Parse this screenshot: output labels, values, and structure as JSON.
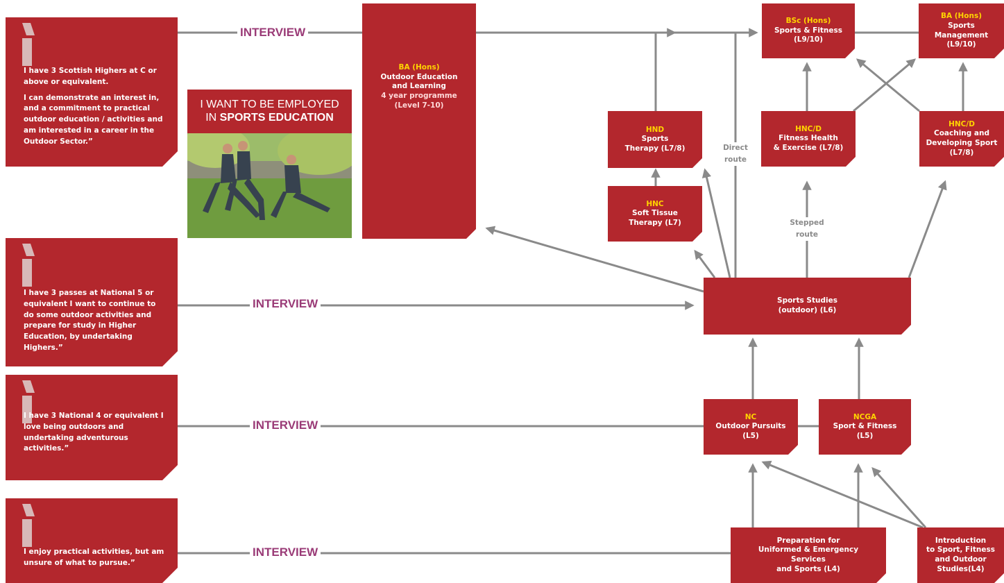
{
  "colors": {
    "box": "#b3272d",
    "level": "#ffd400",
    "interview": "#9a3b77",
    "arrow": "#8a8a8a"
  },
  "quotes": [
    {
      "paragraphs": [
        "I have 3 Scottish Highers at C or above or equivalent.",
        "I can demonstrate an interest in, and a commitment to practical outdoor education / activities and am interested in a career in the Outdoor Sector.”"
      ]
    },
    {
      "paragraphs": [
        "I have 3 passes at National 5 or equivalent I want to continue to do some outdoor activities and prepare for study in Higher Education, by undertaking Highers.”"
      ]
    },
    {
      "paragraphs": [
        "I have 3 National 4 or equivalent I love being outdoors and undertaking adventurous activities.”"
      ]
    },
    {
      "paragraphs": [
        "I enjoy practical activities, but am unsure of what to pursue.”"
      ]
    }
  ],
  "interview_label": "INTERVIEW",
  "photo": {
    "line1": "I WANT TO BE EMPLOYED",
    "line2_prefix": "IN ",
    "line2_bold": "SPORTS EDUCATION"
  },
  "programmes": {
    "ba_outdoor": {
      "level": "BA (Hons)",
      "title": "Outdoor Education\nand Learning",
      "sub": "4 year programme\n(Level 7-10)"
    },
    "bsc_sports": {
      "level": "BSc (Hons)",
      "title": "Sports & Fitness\n(L9/10)"
    },
    "ba_sports_mgmt": {
      "level": "BA (Hons)",
      "title": "Sports\nManagement\n(L9/10)"
    },
    "hnd_therapy": {
      "level": "HND",
      "title": "Sports\nTherapy (L7/8)"
    },
    "hnc_soft": {
      "level": "HNC",
      "title": "Soft Tissue\nTherapy (L7)"
    },
    "hnc_fitness": {
      "level": "HNC/D",
      "title": "Fitness Health\n& Exercise (L7/8)"
    },
    "hnc_coaching": {
      "level": "HNC/D",
      "title": "Coaching and\nDeveloping Sport\n(L7/8)"
    },
    "sports_studies": {
      "title": "Sports Studies\n(outdoor) (L6)"
    },
    "nc_outdoor": {
      "level": "NC",
      "title": "Outdoor Pursuits\n(L5)"
    },
    "ncga": {
      "level": "NCGA",
      "title": "Sport & Fitness\n(L5)"
    },
    "prep_uniformed": {
      "title": "Preparation for\nUniformed & Emergency\nServices\nand Sports (L4)"
    },
    "intro_sport": {
      "title": "Introduction\nto Sport, Fitness\nand Outdoor\nStudies(L4)"
    }
  },
  "routes": {
    "direct": "Direct\nroute",
    "stepped": "Stepped\nroute"
  }
}
